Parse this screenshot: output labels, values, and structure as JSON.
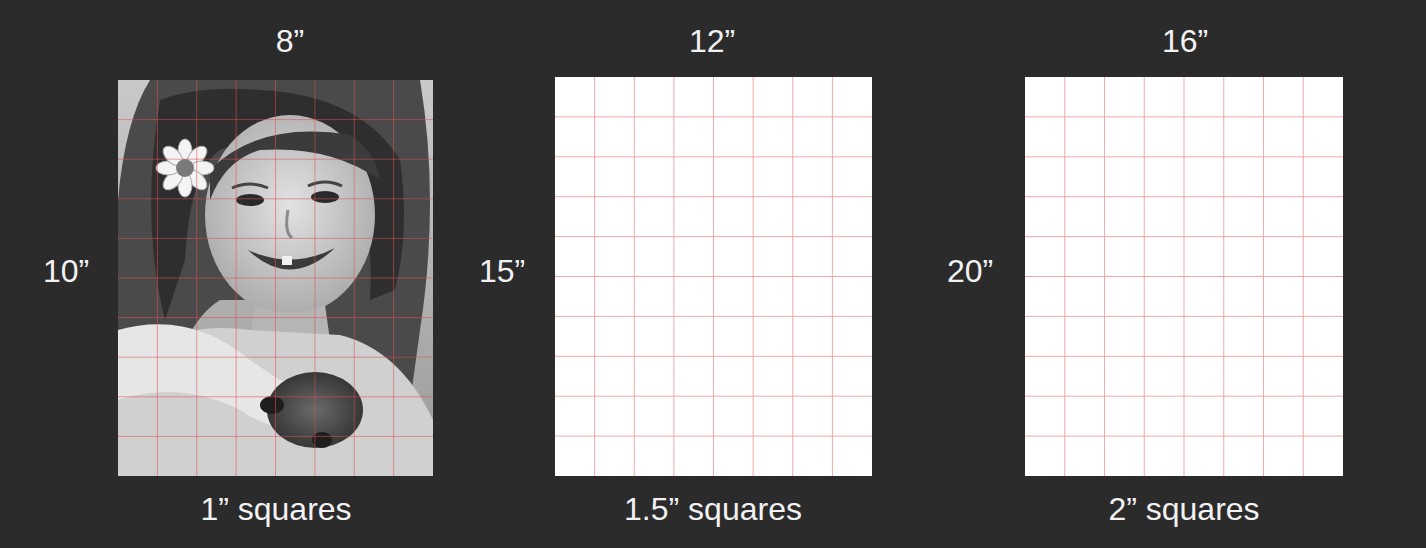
{
  "diagram": {
    "labels": [
      "8”",
      "12”",
      "16”",
      "10”",
      "15”",
      "20”",
      "1” squares",
      "1.5” squares",
      "2” squares"
    ]
  }
}
